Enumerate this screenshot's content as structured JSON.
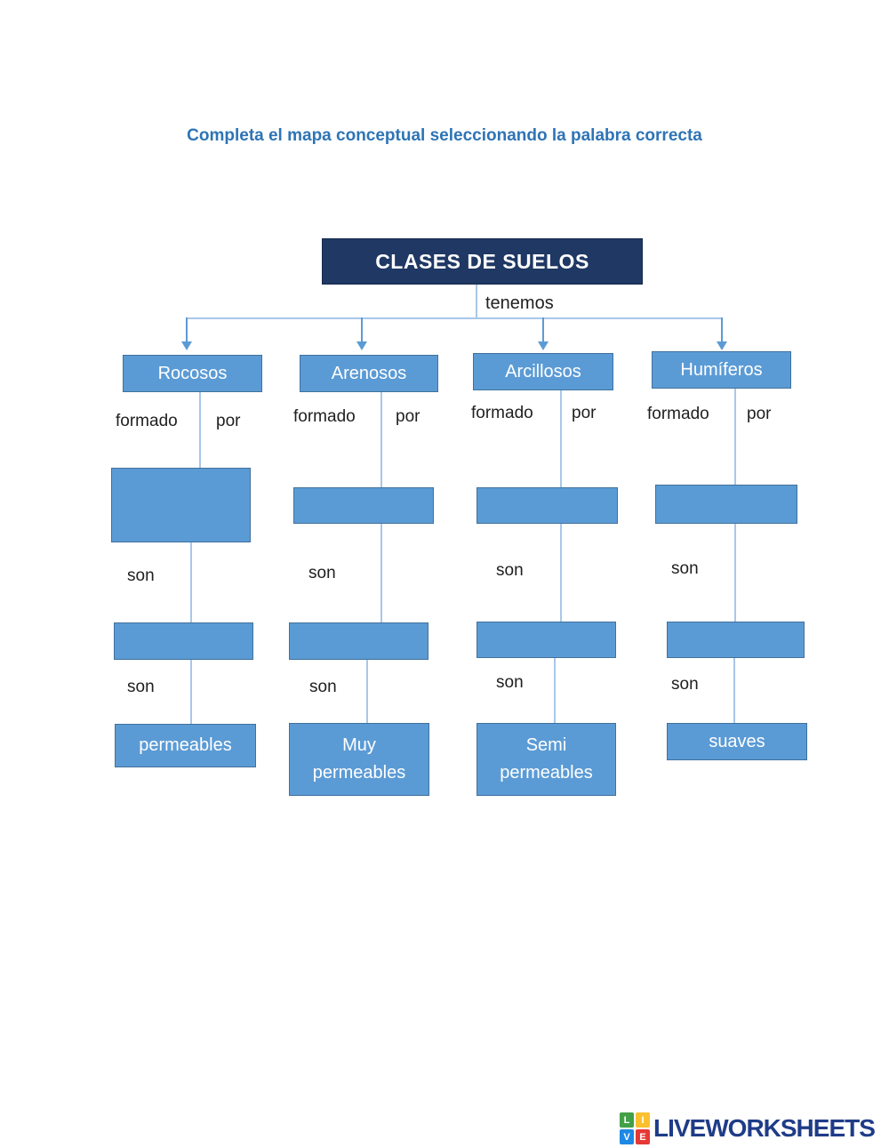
{
  "instruction": "Completa el mapa conceptual seleccionando la palabra correcta",
  "map": {
    "root_label": "CLASES DE SUELOS",
    "root_connector": "tenemos",
    "columns": [
      {
        "category": "Rocosos",
        "formado": "formado",
        "por": "por",
        "son_a": "son",
        "son_b": "son",
        "answer_line1": "permeables"
      },
      {
        "category": "Arenosos",
        "formado": "formado",
        "por": "por",
        "son_a": "son",
        "son_b": "son",
        "answer_line1": "Muy",
        "answer_line2": "permeables"
      },
      {
        "category": "Arcillosos",
        "formado": "formado",
        "por": "por",
        "son_a": "son",
        "son_b": "son",
        "answer_line1": "Semi",
        "answer_line2": "permeables"
      },
      {
        "category": "Humíferos",
        "formado": "formado",
        "por": "por",
        "son_a": "son",
        "son_b": "son",
        "answer_line1": "suaves"
      }
    ]
  },
  "colors": {
    "node_fill": "#5B9BD5",
    "node_border": "#41719C",
    "root_fill": "#1F3864",
    "connector_line": "#A9C7E9",
    "arrow": "#5B9BD5",
    "title_text": "#2E74B5",
    "logo_text": "#1F3C88"
  },
  "footer": {
    "brand": "LIVEWORKSHEETS",
    "tiles": [
      {
        "letter": "L",
        "color": "#43A047"
      },
      {
        "letter": "I",
        "color": "#FBC02D"
      },
      {
        "letter": "V",
        "color": "#1E88E5"
      },
      {
        "letter": "E",
        "color": "#E53935"
      }
    ]
  }
}
